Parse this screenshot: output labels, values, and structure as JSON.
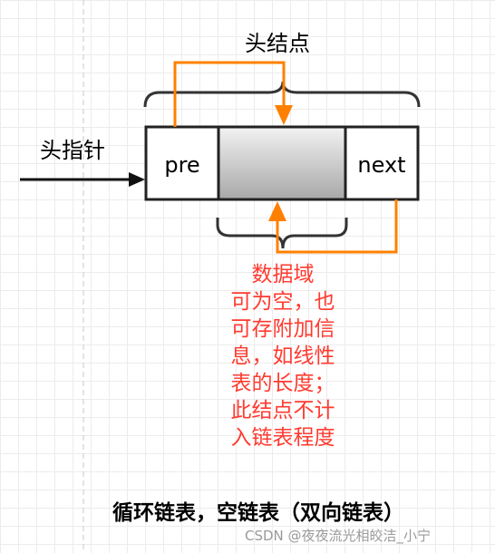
{
  "title": "头结点",
  "head_pointer_label": "头指针",
  "node": {
    "prev_label": "pre",
    "next_label": "next"
  },
  "data_field_note": [
    "数据域",
    "可为空，也",
    "可存附加信",
    "息，如线性",
    "表的长度；",
    "此结点不计",
    "入链表程度"
  ],
  "caption": "循环链表，空链表（双向链表）",
  "watermark": "CSDN @夜夜流光相皎洁_小宁",
  "colors": {
    "arrow_loop": "#ff8000",
    "note_text": "#ff3b30",
    "grid": "#ececec"
  }
}
